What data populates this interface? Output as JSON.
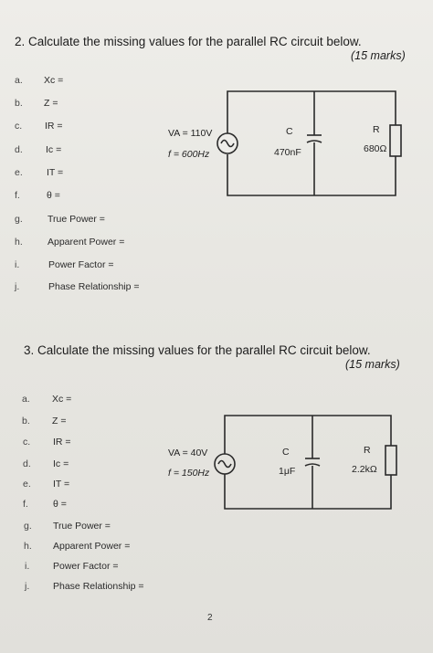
{
  "q2": {
    "title": "2. Calculate the missing values for the parallel RC circuit below.",
    "marks": "(15 marks)",
    "items": [
      {
        "letter": "a.",
        "text": "Xc ="
      },
      {
        "letter": "b.",
        "text": "Z ="
      },
      {
        "letter": "c.",
        "text": "IR ="
      },
      {
        "letter": "d.",
        "text": "Ic ="
      },
      {
        "letter": "e.",
        "text": "IT ="
      },
      {
        "letter": "f.",
        "text": "θ ="
      },
      {
        "letter": "g.",
        "text": "True Power ="
      },
      {
        "letter": "h.",
        "text": "Apparent Power ="
      },
      {
        "letter": "i.",
        "text": "Power Factor ="
      },
      {
        "letter": "j.",
        "text": "Phase Relationship ="
      }
    ],
    "circuit": {
      "voltage": "VA = 110V",
      "frequency": "f = 600Hz",
      "c_label": "C",
      "c_value": "470nF",
      "r_label": "R",
      "r_value": "680Ω"
    }
  },
  "q3": {
    "title": "3. Calculate the missing values for the parallel RC circuit below.",
    "marks": "(15 marks)",
    "items": [
      {
        "letter": "a.",
        "text": "Xc ="
      },
      {
        "letter": "b.",
        "text": "Z ="
      },
      {
        "letter": "c.",
        "text": "IR ="
      },
      {
        "letter": "d.",
        "text": "Ic ="
      },
      {
        "letter": "e.",
        "text": "IT ="
      },
      {
        "letter": "f.",
        "text": "θ ="
      },
      {
        "letter": "g.",
        "text": "True Power ="
      },
      {
        "letter": "h.",
        "text": "Apparent Power ="
      },
      {
        "letter": "i.",
        "text": "Power Factor ="
      },
      {
        "letter": "j.",
        "text": "Phase Relationship ="
      }
    ],
    "circuit": {
      "voltage": "VA = 40V",
      "frequency": "f = 150Hz",
      "c_label": "C",
      "c_value": "1μF",
      "r_label": "R",
      "r_value": "2.2kΩ"
    }
  },
  "page_number": "2"
}
